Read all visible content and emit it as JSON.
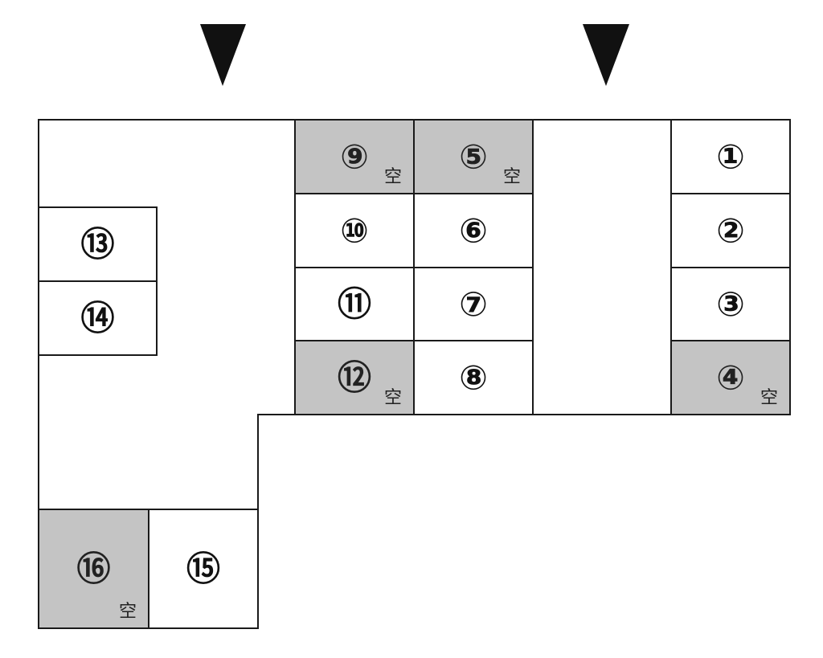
{
  "colors": {
    "occupied": "#ffffff",
    "vacant": "#c4c4c4",
    "line": "#1a1a1a",
    "arrow": "#111111"
  },
  "vacant_mark": "空",
  "entrances": [
    {
      "id": "entrance-left",
      "icon": "down-triangle-icon"
    },
    {
      "id": "entrance-right",
      "icon": "down-triangle-icon"
    }
  ],
  "spaces": [
    {
      "id": 1,
      "label": "①",
      "vacant": false
    },
    {
      "id": 2,
      "label": "②",
      "vacant": false
    },
    {
      "id": 3,
      "label": "③",
      "vacant": false
    },
    {
      "id": 4,
      "label": "④",
      "vacant": true
    },
    {
      "id": 5,
      "label": "⑤",
      "vacant": true
    },
    {
      "id": 6,
      "label": "⑥",
      "vacant": false
    },
    {
      "id": 7,
      "label": "⑦",
      "vacant": false
    },
    {
      "id": 8,
      "label": "⑧",
      "vacant": false
    },
    {
      "id": 9,
      "label": "⑨",
      "vacant": true
    },
    {
      "id": 10,
      "label": "⑩",
      "vacant": false
    },
    {
      "id": 11,
      "label": "⑪",
      "vacant": false
    },
    {
      "id": 12,
      "label": "⑫",
      "vacant": true
    },
    {
      "id": 13,
      "label": "⑬",
      "vacant": false
    },
    {
      "id": 14,
      "label": "⑭",
      "vacant": false
    },
    {
      "id": 15,
      "label": "⑮",
      "vacant": false
    },
    {
      "id": 16,
      "label": "⑯",
      "vacant": true
    }
  ]
}
